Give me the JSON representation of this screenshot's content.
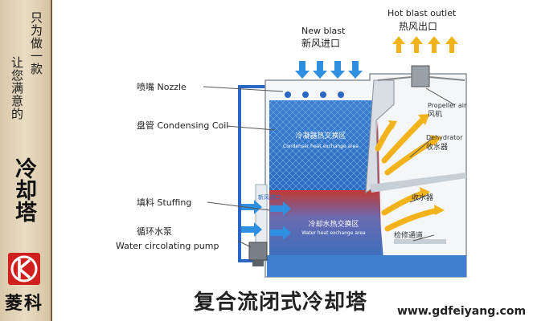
{
  "sidebar": {
    "slogan_col1": "只为做一款",
    "slogan_col2": "让您满意的",
    "product_big": "冷却塔",
    "brand": "菱科"
  },
  "labels": {
    "nozzle": "喷嘴 Nozzle",
    "condensing_coil": "盘管 Condensing Coil",
    "stuffing": "填料 Stuffing",
    "pump_cn": "循环水泵",
    "pump_en": "Water circolating pump",
    "new_blast_en": "New blast",
    "new_blast_cn": "新风进口",
    "hot_blast_en": "Hot blast outlet",
    "hot_blast_cn": "热风出口",
    "propeller_en": "Propeller air",
    "propeller_cn": "风机",
    "dehydrator_en": "Dehydrator",
    "dehydrator_cn": "收水器",
    "dehydrator2_cn": "收水器",
    "maintenance_cn": "检修通道",
    "coil_zone_cn": "冷凝器热交换区",
    "coil_zone_en": "Condenser heat exchange area",
    "water_zone_cn": "冷却水热交换区",
    "water_zone_en": "Water heat exchange area",
    "side_inlet_cn": "新风进口"
  },
  "title": "复合流闭式冷却塔",
  "website": "www.gdfeiyang.com",
  "colors": {
    "water_blue": "#2f6fc0",
    "hot_red": "#c0302a",
    "air_yellow": "#f2b21a",
    "pipe_blue": "#2a66c4",
    "brand_red": "#d01f1f"
  }
}
